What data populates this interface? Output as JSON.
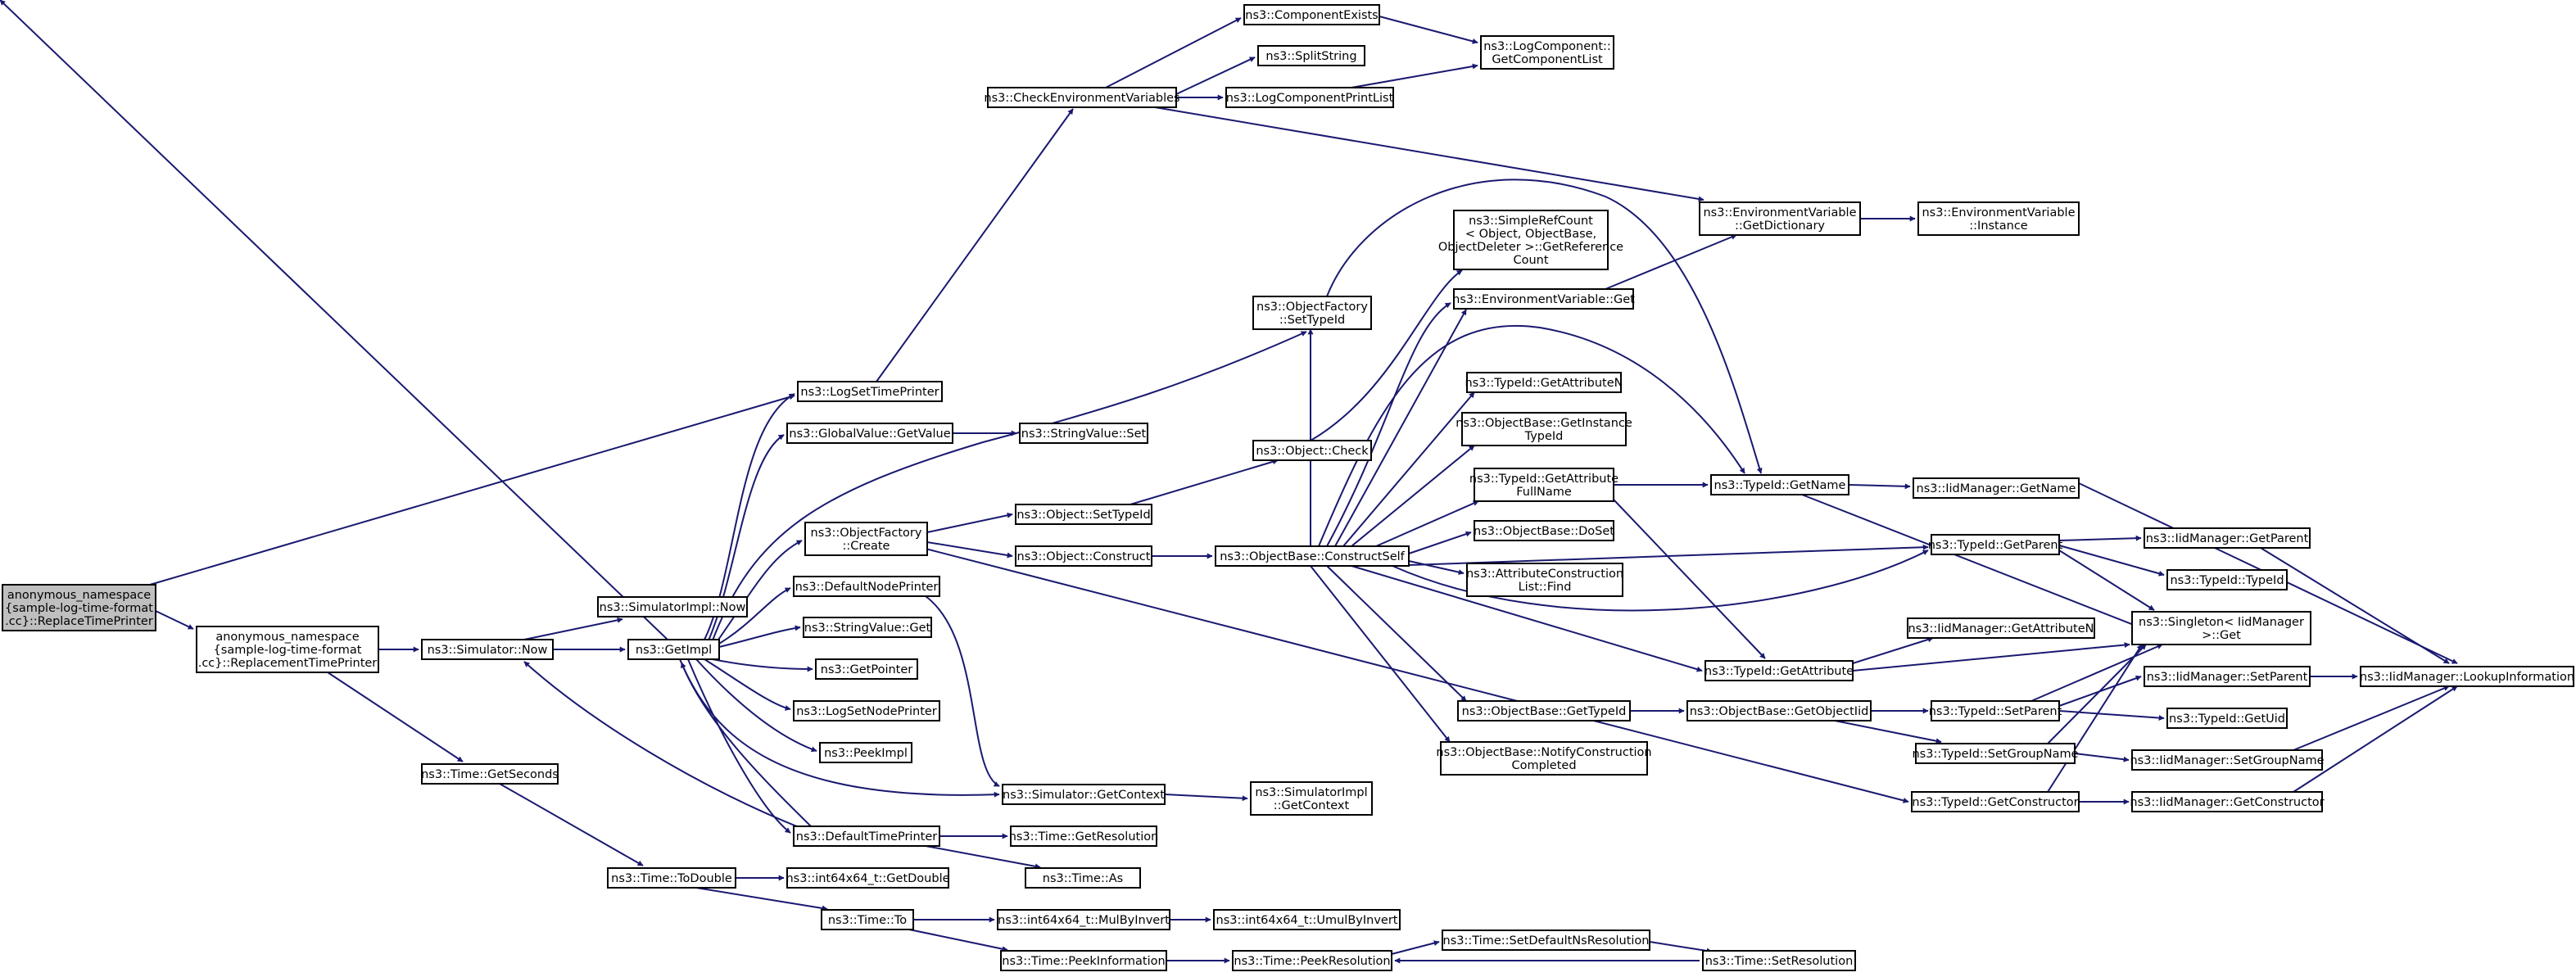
{
  "graph": {
    "colors": {
      "edge": "#191970",
      "node_border": "#000000",
      "root_fill": "#bfbfbf",
      "node_fill": "#ffffff"
    },
    "nodes": {
      "root": [
        "anonymous_namespace",
        "{sample-log-time-format",
        ".cc}::ReplaceTimePrinter"
      ],
      "replacement": [
        "anonymous_namespace",
        "{sample-log-time-format",
        ".cc}::ReplacementTimePrinter"
      ],
      "logSetTimePrinter": [
        "ns3::LogSetTimePrinter"
      ],
      "checkEnv": [
        "ns3::CheckEnvironmentVariables"
      ],
      "componentExists": [
        "ns3::ComponentExists"
      ],
      "splitString": [
        "ns3::SplitString"
      ],
      "logComponentPrintList": [
        "ns3::LogComponentPrintList"
      ],
      "getComponentList": [
        "ns3::LogComponent::",
        "GetComponentList"
      ],
      "envGetDictionary": [
        "ns3::EnvironmentVariable",
        "::GetDictionary"
      ],
      "envInstance": [
        "ns3::EnvironmentVariable",
        "::Instance"
      ],
      "simulatorNow": [
        "ns3::Simulator::Now"
      ],
      "simImplNow": [
        "ns3::SimulatorImpl::Now"
      ],
      "getImpl": [
        "ns3::GetImpl"
      ],
      "getSeconds": [
        "ns3::Time::GetSeconds"
      ],
      "toDouble": [
        "ns3::Time::ToDouble"
      ],
      "int64GetDouble": [
        "ns3::int64x64_t::GetDouble"
      ],
      "timeTo": [
        "ns3::Time::To"
      ],
      "mulByInvert": [
        "ns3::int64x64_t::MulByInvert"
      ],
      "umulByInvert": [
        "ns3::int64x64_t::UmulByInvert"
      ],
      "peekInformation": [
        "ns3::Time::PeekInformation"
      ],
      "peekResolution": [
        "ns3::Time::PeekResolution"
      ],
      "setDefaultNsRes": [
        "ns3::Time::SetDefaultNsResolution"
      ],
      "setResolution": [
        "ns3::Time::SetResolution"
      ],
      "globalGetValue": [
        "ns3::GlobalValue::GetValue"
      ],
      "stringValueSet": [
        "ns3::StringValue::Set"
      ],
      "objFactoryCreate": [
        "ns3::ObjectFactory",
        "::Create"
      ],
      "defaultNodePrinter": [
        "ns3::DefaultNodePrinter"
      ],
      "stringValueGet": [
        "ns3::StringValue::Get"
      ],
      "getPointer": [
        "ns3::GetPointer"
      ],
      "logSetNodePrinter": [
        "ns3::LogSetNodePrinter"
      ],
      "peekImpl": [
        "ns3::PeekImpl"
      ],
      "defaultTimePrinter": [
        "ns3::DefaultTimePrinter"
      ],
      "getResolution": [
        "ns3::Time::GetResolution"
      ],
      "timeAs": [
        "ns3::Time::As"
      ],
      "simGetContext": [
        "ns3::Simulator::GetContext"
      ],
      "simImplGetContext": [
        "ns3::SimulatorImpl",
        "::GetContext"
      ],
      "objSetTypeId": [
        "ns3::Object::SetTypeId"
      ],
      "objConstruct": [
        "ns3::Object::Construct"
      ],
      "objCheck": [
        "ns3::Object::Check"
      ],
      "objFactorySetTypeId": [
        "ns3::ObjectFactory",
        "::SetTypeId"
      ],
      "simpleRefCount": [
        "ns3::SimpleRefCount",
        "< Object, ObjectBase,",
        "ObjectDeleter >::GetReference",
        "Count"
      ],
      "constructSelf": [
        "ns3::ObjectBase::ConstructSelf"
      ],
      "envGet": [
        "ns3::EnvironmentVariable::Get"
      ],
      "getAttributeN": [
        "ns3::TypeId::GetAttributeN"
      ],
      "getInstanceTypeId": [
        "ns3::ObjectBase::GetInstance",
        "TypeId"
      ],
      "getAttrFullName": [
        "ns3::TypeId::GetAttribute",
        "FullName"
      ],
      "doSet": [
        "ns3::ObjectBase::DoSet"
      ],
      "attrConstructionFind": [
        "ns3::AttributeConstruction",
        "List::Find"
      ],
      "objBaseGetTypeId": [
        "ns3::ObjectBase::GetTypeId"
      ],
      "notifyConstruction": [
        "ns3::ObjectBase::NotifyConstruction",
        "Completed"
      ],
      "typeIdGetName": [
        "ns3::TypeId::GetName"
      ],
      "iidGetName": [
        "ns3::IidManager::GetName"
      ],
      "typeIdGetParent": [
        "ns3::TypeId::GetParent"
      ],
      "iidGetParent": [
        "ns3::IidManager::GetParent"
      ],
      "typeIdTypeId": [
        "ns3::TypeId::TypeId"
      ],
      "singletonGet": [
        "ns3::Singleton< IidManager",
        " >::Get"
      ],
      "iidGetAttributeN": [
        "ns3::IidManager::GetAttributeN"
      ],
      "typeIdGetAttribute": [
        "ns3::TypeId::GetAttribute"
      ],
      "getObjectIid": [
        "ns3::ObjectBase::GetObjectIid"
      ],
      "typeIdSetParent": [
        "ns3::TypeId::SetParent"
      ],
      "typeIdSetGroupName": [
        "ns3::TypeId::SetGroupName"
      ],
      "typeIdGetConstructor": [
        "ns3::TypeId::GetConstructor"
      ],
      "iidSetParent": [
        "ns3::IidManager::SetParent"
      ],
      "typeIdGetUid": [
        "ns3::TypeId::GetUid"
      ],
      "iidSetGroupName": [
        "ns3::IidManager::SetGroupName"
      ],
      "iidGetConstructor": [
        "ns3::IidManager::GetConstructor"
      ],
      "lookupInformation": [
        "ns3::IidManager::LookupInformation"
      ]
    }
  }
}
